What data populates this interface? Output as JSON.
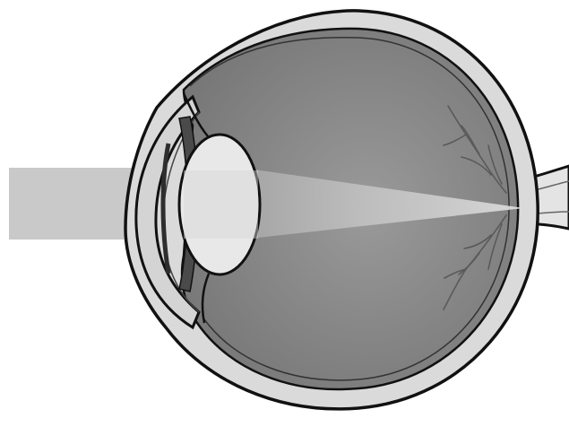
{
  "diagram": {
    "subject": "eye-cross-section",
    "colors": {
      "background": "#ffffff",
      "outline": "#111111",
      "sclera_fill": "#d8d8d8",
      "vitreous_fill": "#8a8a8a",
      "lens_fill": "#e6e6e6",
      "cornea_fill": "#d4d4d4",
      "iris_fill": "#4a4a4a",
      "light_beam": "#c8c8c8",
      "vessels": "#5e5e5e",
      "optic_nerve_fill": "#e4e4e4"
    },
    "parts": [
      "sclera",
      "vitreous-body",
      "cornea",
      "iris",
      "lens",
      "incoming-light-beam",
      "focused-light-cone",
      "retinal-blood-vessels",
      "optic-nerve"
    ]
  }
}
